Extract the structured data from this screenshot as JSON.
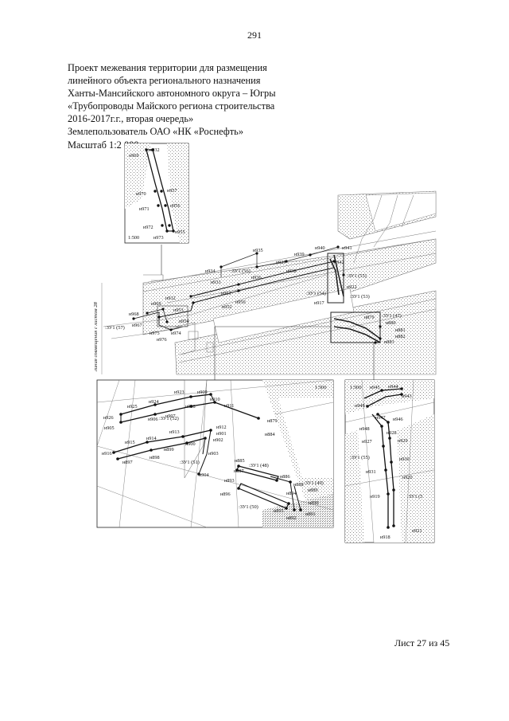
{
  "page_number": "291",
  "title": {
    "lines": [
      "Проект межевания территории для размещения",
      "линейного объекта регионального назначения",
      "Ханты-Мансийского автономного округа – Югры",
      "«Трубопроводы Майского региона строительства",
      "2016-2017г.г., вторая очередь»",
      "Землепользователь ОАО «НК «Роснефть»",
      "Масштаб 1:2 000"
    ]
  },
  "footer": {
    "sheet": "Лист 27 из 45"
  },
  "map": {
    "match_line": "линия совмещения с листом 28",
    "inset_scale": "1:500",
    "parcels": [
      ":ЗУ1 (57)",
      ":ЗУ1 (56)",
      ":ЗУ1 (55)",
      ":ЗУ1 (54)",
      ":ЗУ1 (53)",
      ":ЗУ1 (47)",
      ":ЗУ1 (52)",
      ":ЗУ1 (51)",
      ":ЗУ1 (48)",
      ":ЗУ1 (49)",
      ":ЗУ1 (50)",
      ":ЗУ1 (5"
    ],
    "points": {
      "inset1": [
        "н969",
        "н932",
        "н970",
        "н957",
        "н971",
        "н956",
        "н972",
        "н955",
        "н973"
      ],
      "main": [
        "н935",
        "н939",
        "н940",
        "н941",
        "н934",
        "н937",
        "н938",
        "н942",
        "н933",
        "н936",
        "н922",
        "н951",
        "н950",
        "н932",
        "н917",
        "н953",
        "н952",
        "н968",
        "н969",
        "н954",
        "н967",
        "н974",
        "н975",
        "н976",
        "н879",
        "н880",
        "н881",
        "н882",
        "н883"
      ],
      "inset2": [
        "н923",
        "н909",
        "н924",
        "н910",
        "н925",
        "н908",
        "н911",
        "н926",
        "н906",
        "н907",
        "н879",
        "н905",
        "н912",
        "н913",
        "н884",
        "н914",
        "н901",
        "н915",
        "н900",
        "н902",
        "н916",
        "н899",
        "н903",
        "н898",
        "н897",
        "н885",
        "н904",
        "н887",
        "н886",
        "н893",
        "н888",
        "н889",
        "н896",
        "н894",
        "н890",
        "н895",
        "н891",
        "н892"
      ],
      "inset3": [
        "н945",
        "н944",
        "н943",
        "н949",
        "н947",
        "н946",
        "н948",
        "н928",
        "н927",
        "н929",
        "н930",
        "н931",
        "н920",
        "н919",
        "н921",
        "н918"
      ]
    }
  }
}
